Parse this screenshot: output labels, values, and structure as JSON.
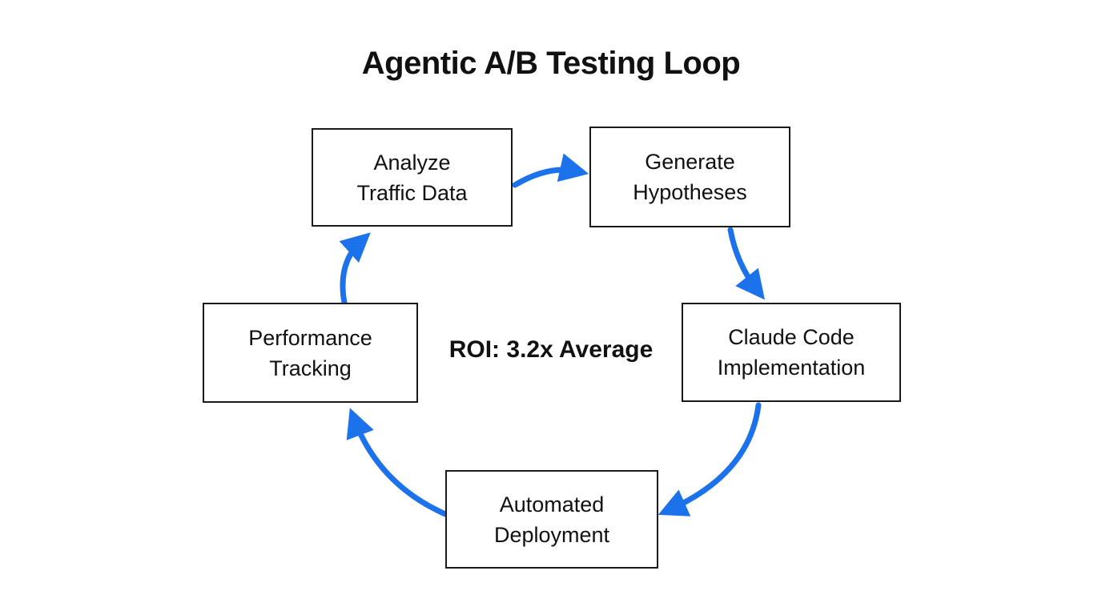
{
  "title": "Agentic A/B Testing Loop",
  "center_label": "ROI: 3.2x Average",
  "colors": {
    "arrow": "#1c72ea",
    "box_border": "#1a1a1a",
    "box_fill": "#ffffff",
    "text": "#111111",
    "background": "#ffffff"
  },
  "nodes": [
    {
      "id": "analyze-traffic-data",
      "lines": [
        "Analyze",
        "Traffic Data"
      ]
    },
    {
      "id": "generate-hypotheses",
      "lines": [
        "Generate",
        "Hypotheses"
      ]
    },
    {
      "id": "claude-code-implementation",
      "lines": [
        "Claude Code",
        "Implementation"
      ]
    },
    {
      "id": "automated-deployment",
      "lines": [
        "Automated",
        "Deployment"
      ]
    },
    {
      "id": "performance-tracking",
      "lines": [
        "Performance",
        "Tracking"
      ]
    }
  ],
  "edges": [
    {
      "from": "analyze-traffic-data",
      "to": "generate-hypotheses"
    },
    {
      "from": "generate-hypotheses",
      "to": "claude-code-implementation"
    },
    {
      "from": "claude-code-implementation",
      "to": "automated-deployment"
    },
    {
      "from": "automated-deployment",
      "to": "performance-tracking"
    },
    {
      "from": "performance-tracking",
      "to": "analyze-traffic-data"
    }
  ],
  "flow_direction": "clockwise loop"
}
